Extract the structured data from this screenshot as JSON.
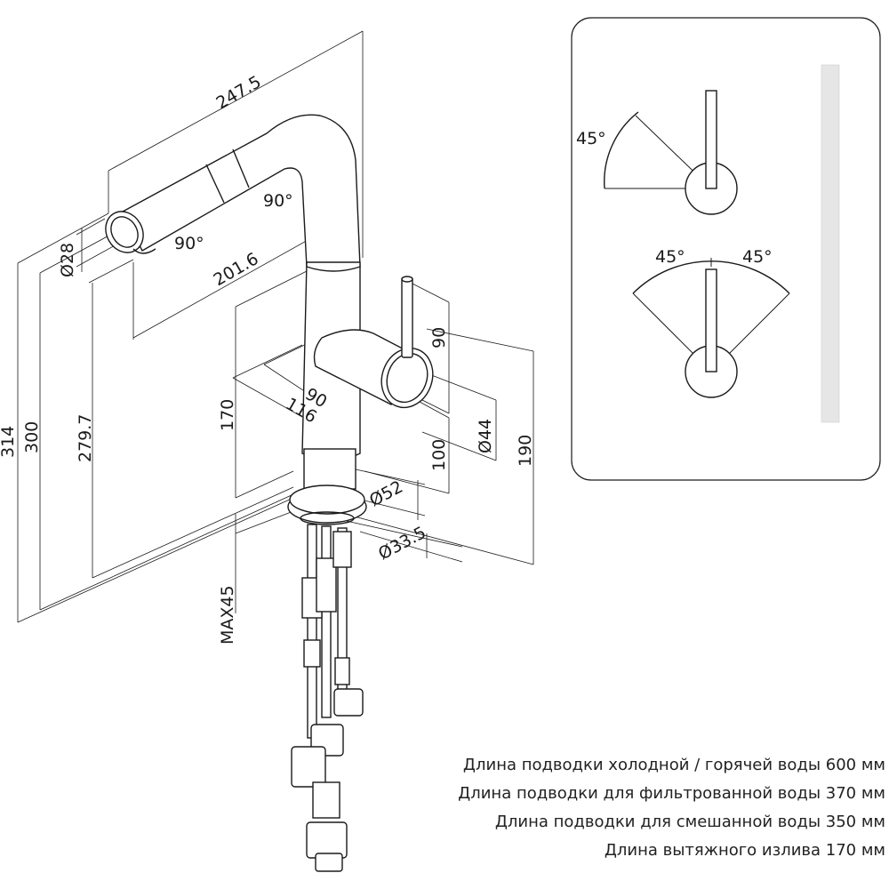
{
  "dimensions": {
    "spout_length": "247.5",
    "spout_diameter": "Ø28",
    "bend_angle_top": "90°",
    "bend_angle_spout": "90°",
    "reach": "201.6",
    "height_314": "314",
    "height_300": "300",
    "height_279": "279.7",
    "lever_height": "90",
    "body_depth_90": "90",
    "body_depth_116": "116",
    "handle_height_170": "170",
    "handle_diameter": "Ø44",
    "lever_axis_100": "100",
    "total_190": "190",
    "base_diameter": "Ø52",
    "hole_diameter": "Ø33.5",
    "max_thickness": "MAX45"
  },
  "rotation": {
    "single_angle": "45°",
    "left_angle": "45°",
    "right_angle": "45°"
  },
  "notes": [
    "Длина подводки холодной / горячей воды 600 мм",
    "Длина подводки для фильтрованной воды 370 мм",
    "Длина подводки для смешанной воды 350 мм",
    "Длина вытяжного излива 170 мм"
  ]
}
